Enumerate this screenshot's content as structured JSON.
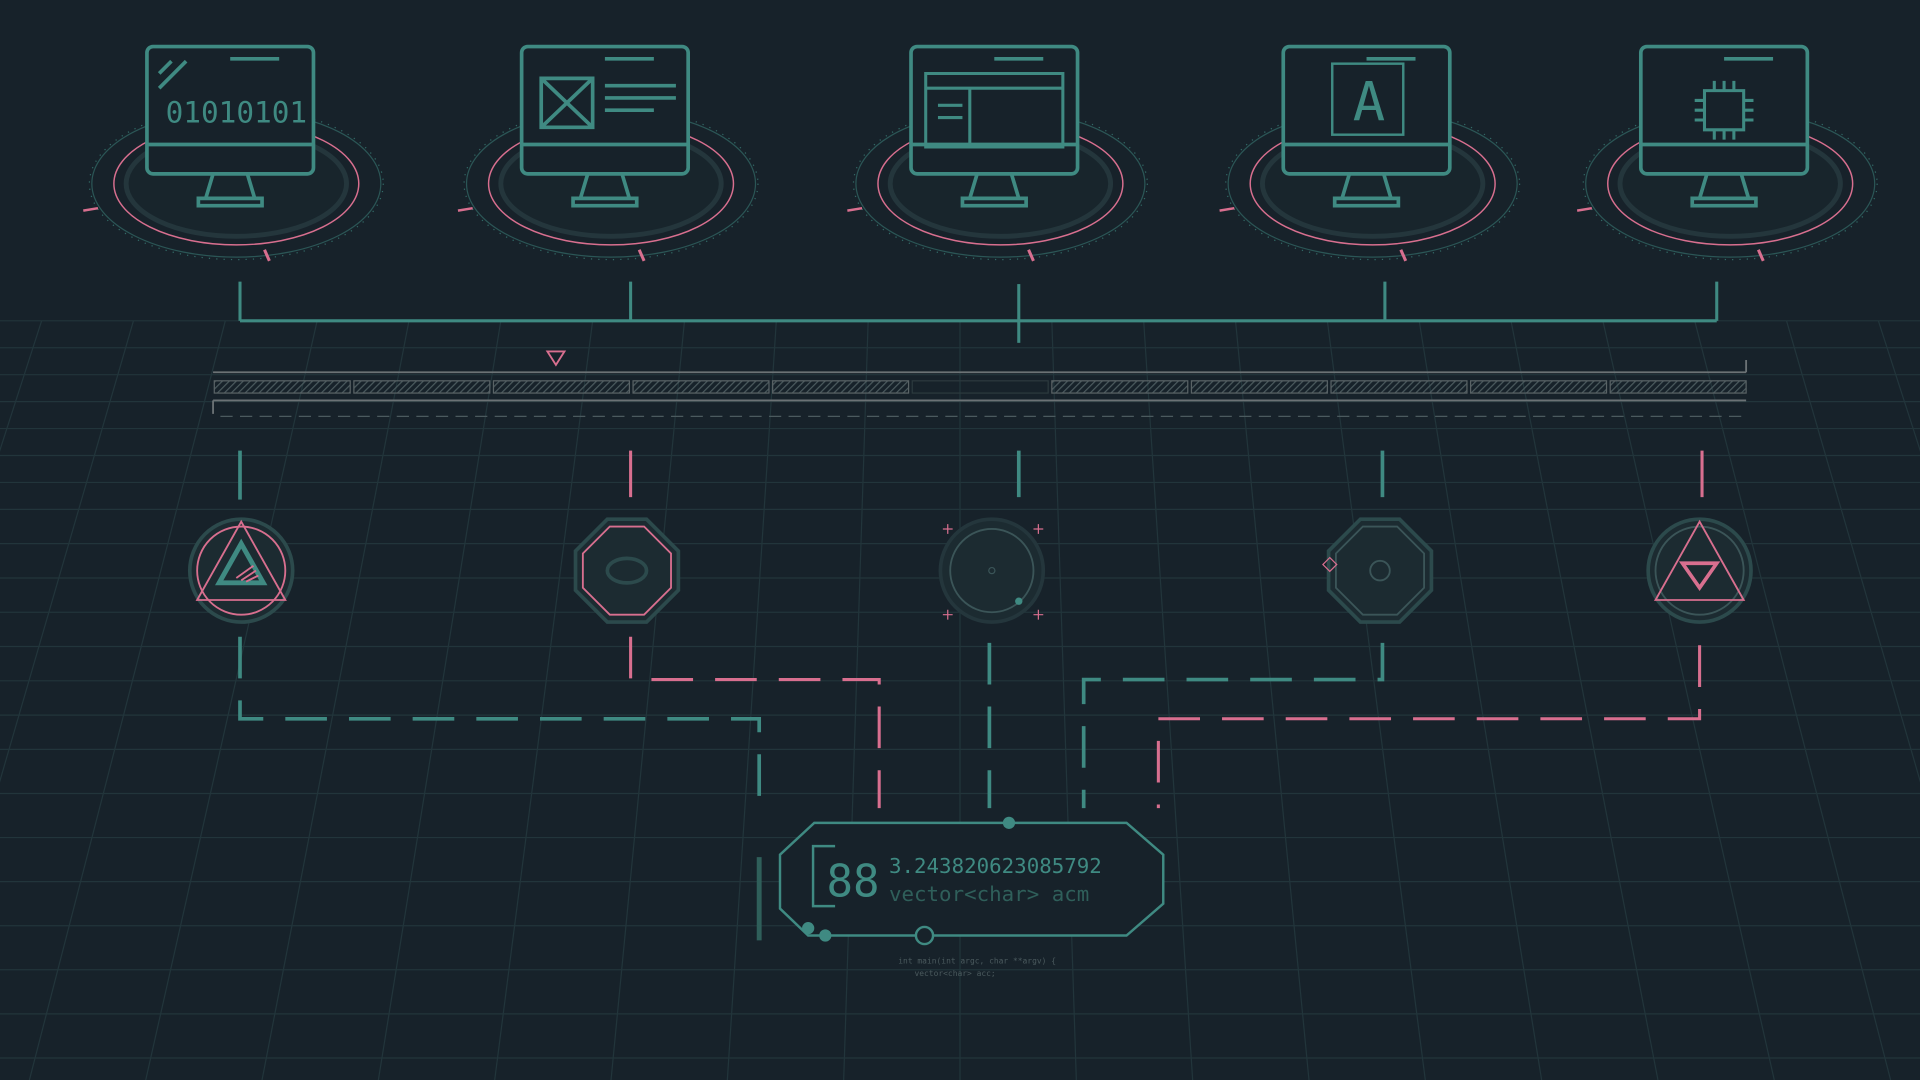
{
  "monitors": [
    {
      "label": "01010101",
      "icon": "binary-monitor-icon"
    },
    {
      "label": "",
      "icon": "wireframe-monitor-icon"
    },
    {
      "label": "",
      "icon": "browser-window-monitor-icon"
    },
    {
      "label": "A",
      "icon": "text-tool-monitor-icon"
    },
    {
      "label": "",
      "icon": "cpu-chip-monitor-icon"
    }
  ],
  "panel": {
    "counter": "88",
    "value": "3.243820623085792",
    "code_line": "vector<char> acm",
    "snippet_line1": "int main(int argc, char **argv) {",
    "snippet_line2": "vector<char> acc;"
  },
  "colors": {
    "background": "#17222a",
    "teal": "#3f8a82",
    "pink": "#d86f8f"
  }
}
